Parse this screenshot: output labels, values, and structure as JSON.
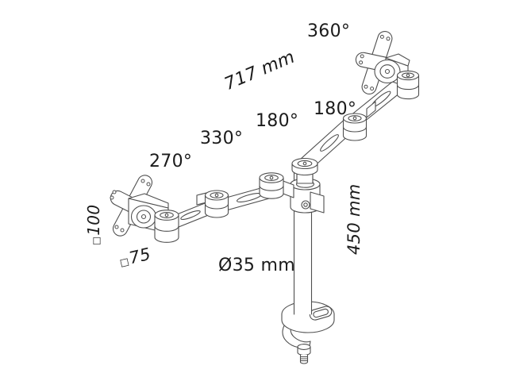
{
  "diagram": {
    "name": "dual-monitor-desk-mount-arm-dimension-diagram",
    "background": "#ffffff",
    "line_color": "#4f4f4f",
    "text_color": "#1b1b1b",
    "annotations": {
      "rotation_full": "360°",
      "arm_reach": "717 mm",
      "swivel_inner": "180°",
      "swivel_outer_right": "180°",
      "swivel_mid_left": "330°",
      "swivel_outer_left": "270°",
      "vesa_100": {
        "symbol": "□",
        "value": "100"
      },
      "vesa_75": {
        "symbol": "□",
        "value": "75"
      },
      "pole_diameter": "Ø35 mm",
      "pole_height": "450 mm"
    }
  }
}
